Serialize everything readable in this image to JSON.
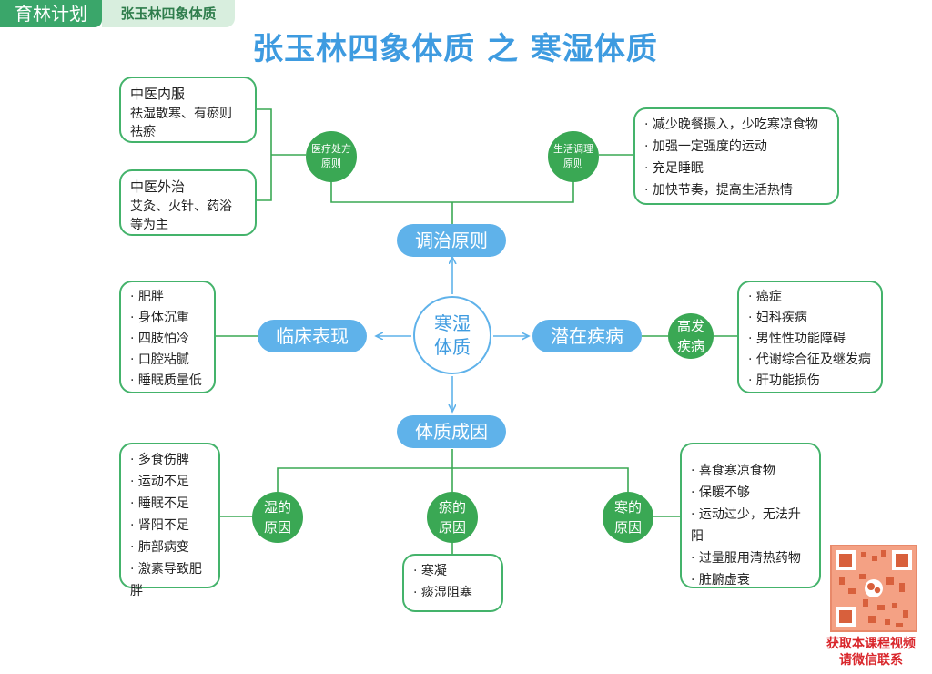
{
  "header": {
    "brand": "育林计划",
    "subtitle": "张玉林四象体质",
    "title": "张玉林四象体质 之 寒湿体质"
  },
  "center": {
    "line1": "寒湿",
    "line2": "体质"
  },
  "pills": {
    "treatment": "调治原则",
    "clinical": "临床表现",
    "disease": "潜在疾病",
    "cause": "体质成因"
  },
  "circles": {
    "medical": [
      "医疗处方",
      "原则"
    ],
    "life": [
      "生活调理",
      "原则"
    ],
    "highrisk": [
      "高发",
      "疾病"
    ],
    "damp": [
      "湿的",
      "原因"
    ],
    "stasis": [
      "瘀的",
      "原因"
    ],
    "cold": [
      "寒的",
      "原因"
    ]
  },
  "boxes": {
    "internal": {
      "head": "中医内服",
      "lines": [
        "祛湿散寒、有瘀则",
        "祛瘀"
      ]
    },
    "external": {
      "head": "中医外治",
      "lines": [
        "艾灸、火针、药浴",
        "等为主"
      ]
    },
    "life": [
      "减少晚餐摄入，少吃寒凉食物",
      "加强一定强度的运动",
      "充足睡眠",
      "加快节奏，提高生活热情"
    ],
    "clinical": [
      "肥胖",
      "身体沉重",
      "四肢怕冷",
      "口腔粘腻",
      "睡眠质量低"
    ],
    "disease": [
      "癌症",
      "妇科疾病",
      "男性性功能障碍",
      "代谢综合征及继发病",
      "肝功能损伤"
    ],
    "damp": [
      "多食伤脾",
      "运动不足",
      "睡眠不足",
      "肾阳不足",
      "肺部病变",
      "激素导致肥胖"
    ],
    "stasis": [
      "寒凝",
      "痰湿阻塞"
    ],
    "cold": [
      "喜食寒凉食物",
      "保暖不够",
      "运动过少，无法升阳",
      "过量服用清热药物",
      "脏腑虚衰"
    ]
  },
  "qr_caption": [
    "获取本课程视频",
    "请微信联系"
  ],
  "colors": {
    "green": "#3aa854",
    "blue": "#5fb2ea",
    "title_blue": "#3e9be0",
    "red": "#d9262b"
  }
}
